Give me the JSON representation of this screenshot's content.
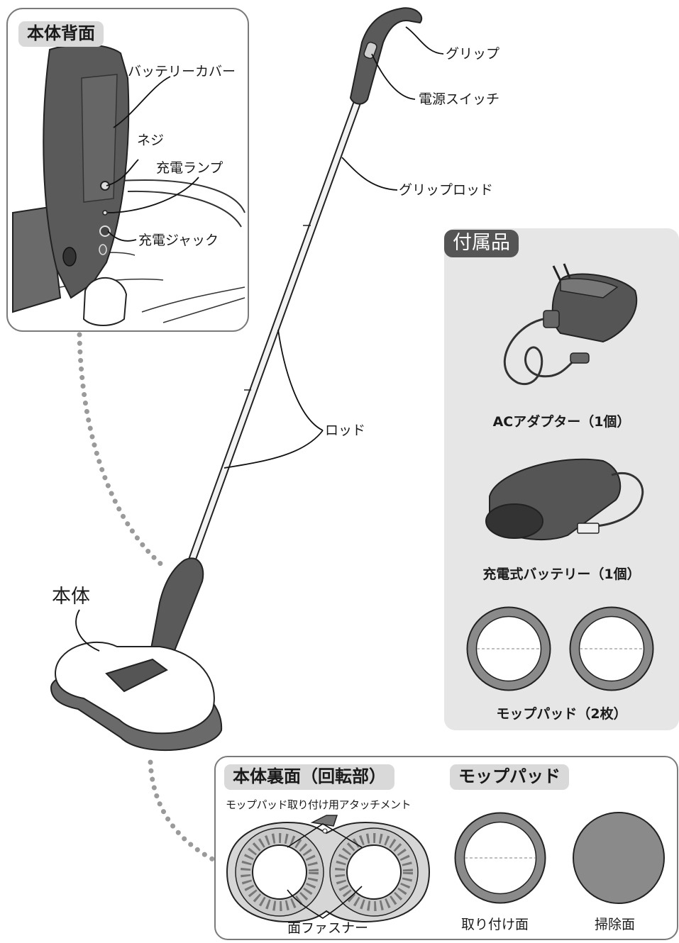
{
  "rear_inset": {
    "title": "本体背面",
    "battery_cover": "バッテリーカバー",
    "screw": "ネジ",
    "charge_lamp": "充電ランプ",
    "charge_jack": "充電ジャック"
  },
  "main": {
    "grip": "グリップ",
    "power_switch": "電源スイッチ",
    "grip_rod": "グリップロッド",
    "rod": "ロッド",
    "body": "本体"
  },
  "accessories": {
    "title": "付属品",
    "ac_adapter": "ACアダプター（1個）",
    "battery": "充電式バッテリー（1個）",
    "mop_pads": "モップパッド（2枚）"
  },
  "bottom": {
    "underside_title": "本体裏面（回転部）",
    "attachment": "モップパッド取り付け用アタッチメント",
    "fastener": "面ファスナー",
    "mop_title": "モップパッド",
    "attach_side": "取り付け面",
    "clean_side": "掃除面"
  },
  "colors": {
    "dark_gray": "#555555",
    "mid_gray": "#8a8a8a",
    "light_gray": "#d9d9d9",
    "panel_bg": "#e6e6e6"
  }
}
